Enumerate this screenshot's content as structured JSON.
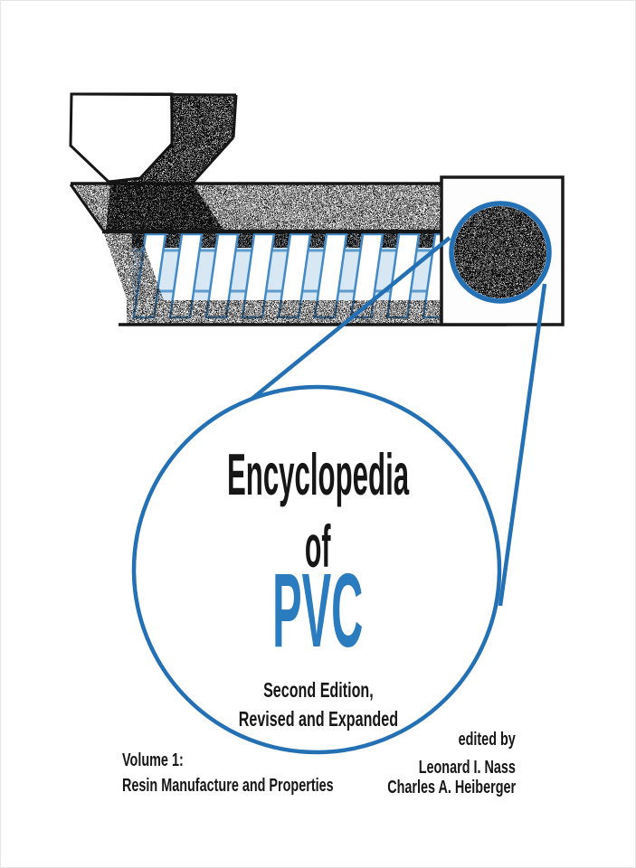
{
  "cover": {
    "title": {
      "line1": "Encyclopedia",
      "line2": "of",
      "line3": "PVC"
    },
    "edition": {
      "line1": "Second Edition,",
      "line2": "Revised and Expanded"
    },
    "volume": {
      "line1": "Volume 1:",
      "line2": "Resin Manufacture and Properties"
    },
    "editors": {
      "label": "edited by",
      "name1": "Leonard I. Nass",
      "name2": "Charles A. Heiberger"
    },
    "colors": {
      "accent_blue": "#2470b4",
      "title_blue": "#2a7cbe",
      "screw_blue": "#4189c7",
      "ink_black": "#161616"
    }
  }
}
